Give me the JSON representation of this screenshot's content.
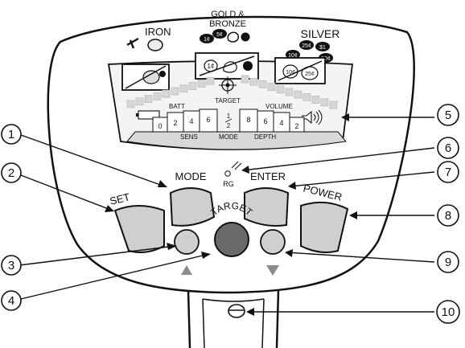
{
  "display": {
    "iron_label": "IRON",
    "gold_bronze_label_line1": "GOLD &",
    "gold_bronze_label_line2": "BRONZE",
    "silver_label": "SILVER",
    "coin_1c": "1¢",
    "coin_5c": "5¢",
    "coin_10c": "10¢",
    "coin_25c": "25¢",
    "coin_s1": "$1",
    "coin_50c": "50¢",
    "window_coin_1c": "1¢",
    "window_coin_10c": "10¢",
    "window_coin_25c": "25¢",
    "batt_label": "BATT",
    "target_label": "TARGET",
    "volume_label": "VOLUME",
    "sens_label": "SENS",
    "mode_label": "MODE",
    "depth_label": "DEPTH",
    "scale_left": [
      "0",
      "2",
      "4",
      "6"
    ],
    "scale_center_top": "1",
    "scale_center_bottom": "2",
    "scale_right": [
      "8",
      "6",
      "4",
      "2"
    ]
  },
  "controls": {
    "set_label": "SET",
    "mode_label": "MODE",
    "enter_label": "ENTER",
    "power_label": "POWER",
    "target_label": "TARGET",
    "rg_label": "RG"
  },
  "callouts": [
    "1",
    "2",
    "3",
    "4",
    "5",
    "6",
    "7",
    "8",
    "9",
    "10"
  ],
  "colors": {
    "panel_fill": "#ffffff",
    "button_fill": "#cfcfcf",
    "target_button_fill": "#6a6a6a",
    "arrow_fill": "#8c8c8c",
    "display_fill": "#f4f4f4",
    "scale_fill": "#d8d8d8",
    "outline": "#111111"
  }
}
